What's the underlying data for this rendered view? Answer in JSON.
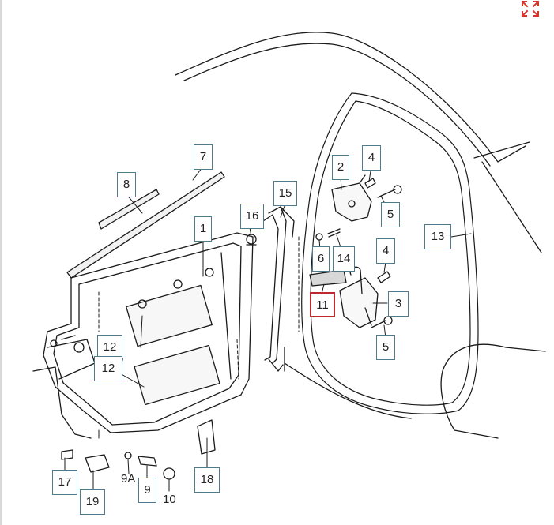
{
  "diagram": {
    "callouts": [
      {
        "id": "c1",
        "label": "1"
      },
      {
        "id": "c2",
        "label": "2"
      },
      {
        "id": "c3",
        "label": "3"
      },
      {
        "id": "c4a",
        "label": "4"
      },
      {
        "id": "c4b",
        "label": "4"
      },
      {
        "id": "c5a",
        "label": "5"
      },
      {
        "id": "c5b",
        "label": "5"
      },
      {
        "id": "c6",
        "label": "6"
      },
      {
        "id": "c7",
        "label": "7"
      },
      {
        "id": "c8",
        "label": "8"
      },
      {
        "id": "c9",
        "label": "9"
      },
      {
        "id": "c11",
        "label": "11",
        "selected": true
      },
      {
        "id": "c12a",
        "label": "12"
      },
      {
        "id": "c12b",
        "label": "12"
      },
      {
        "id": "c13",
        "label": "13"
      },
      {
        "id": "c14",
        "label": "14"
      },
      {
        "id": "c15",
        "label": "15"
      },
      {
        "id": "c16",
        "label": "16"
      },
      {
        "id": "c17",
        "label": "17"
      },
      {
        "id": "c18",
        "label": "18"
      },
      {
        "id": "c19",
        "label": "19"
      }
    ],
    "plain_labels": [
      {
        "id": "p9a",
        "label": "9A"
      },
      {
        "id": "p10",
        "label": "10"
      }
    ]
  },
  "colors": {
    "callout_border": "#4f7c8c",
    "selected_border": "#c0282d",
    "line": "#1a1a1a",
    "expand_icon": "#d9342b"
  },
  "toolbar": {
    "expand_icon": "expand-icon"
  }
}
